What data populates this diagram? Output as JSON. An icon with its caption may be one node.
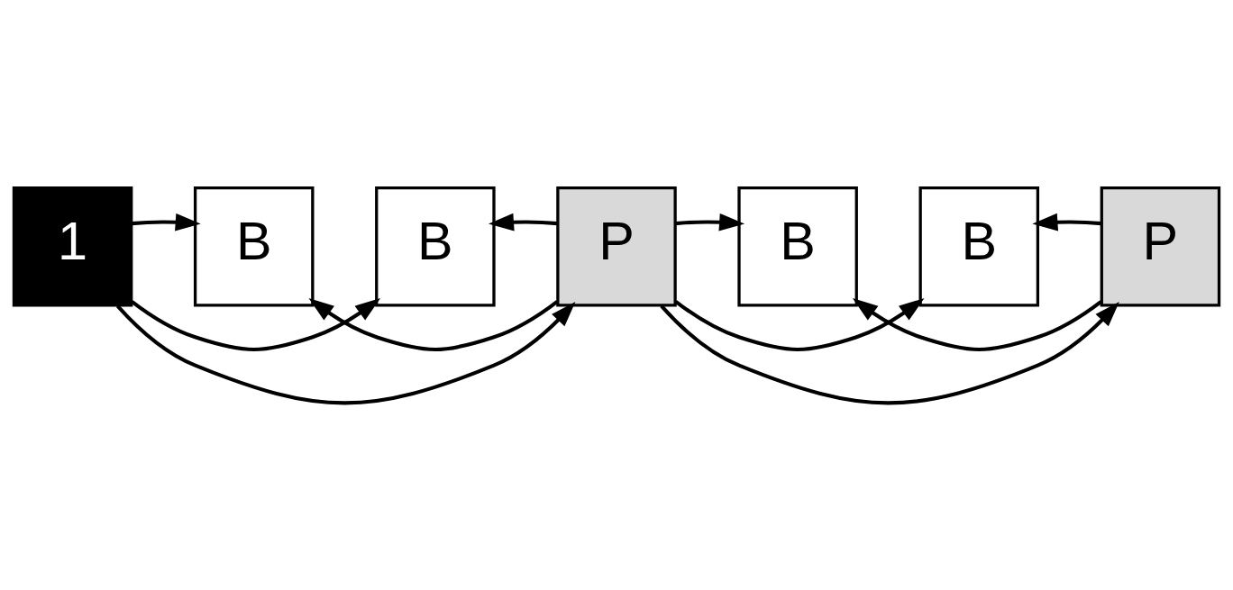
{
  "diagram": {
    "nodes": [
      {
        "text": [
          "1"
        ]
      },
      {
        "text": [
          "B"
        ]
      },
      {
        "text": [
          "B"
        ]
      },
      {
        "text": [
          "P"
        ]
      },
      {
        "text": [
          "B"
        ]
      },
      {
        "text": [
          "B"
        ]
      },
      {
        "text": [
          "P"
        ]
      }
    ],
    "edges": [
      {
        "from": 0,
        "to": 3,
        "arrow": "to"
      },
      {
        "from": 0,
        "to": 2,
        "arrow": "to"
      },
      {
        "from": 3,
        "to": 2,
        "arrow": "to"
      },
      {
        "from": 3,
        "to": 6,
        "arrow": "to"
      },
      {
        "from": 3,
        "to": 5,
        "arrow": "to"
      },
      {
        "from": 6,
        "to": 5,
        "arrow": "to"
      },
      {
        "from": 0,
        "to": 1,
        "arrow": "to"
      },
      {
        "from": 3,
        "to": 1,
        "arrow": "to"
      },
      {
        "from": 3,
        "to": 4,
        "arrow": "to"
      },
      {
        "from": 6,
        "to": 4,
        "arrow": "to"
      }
    ]
  }
}
